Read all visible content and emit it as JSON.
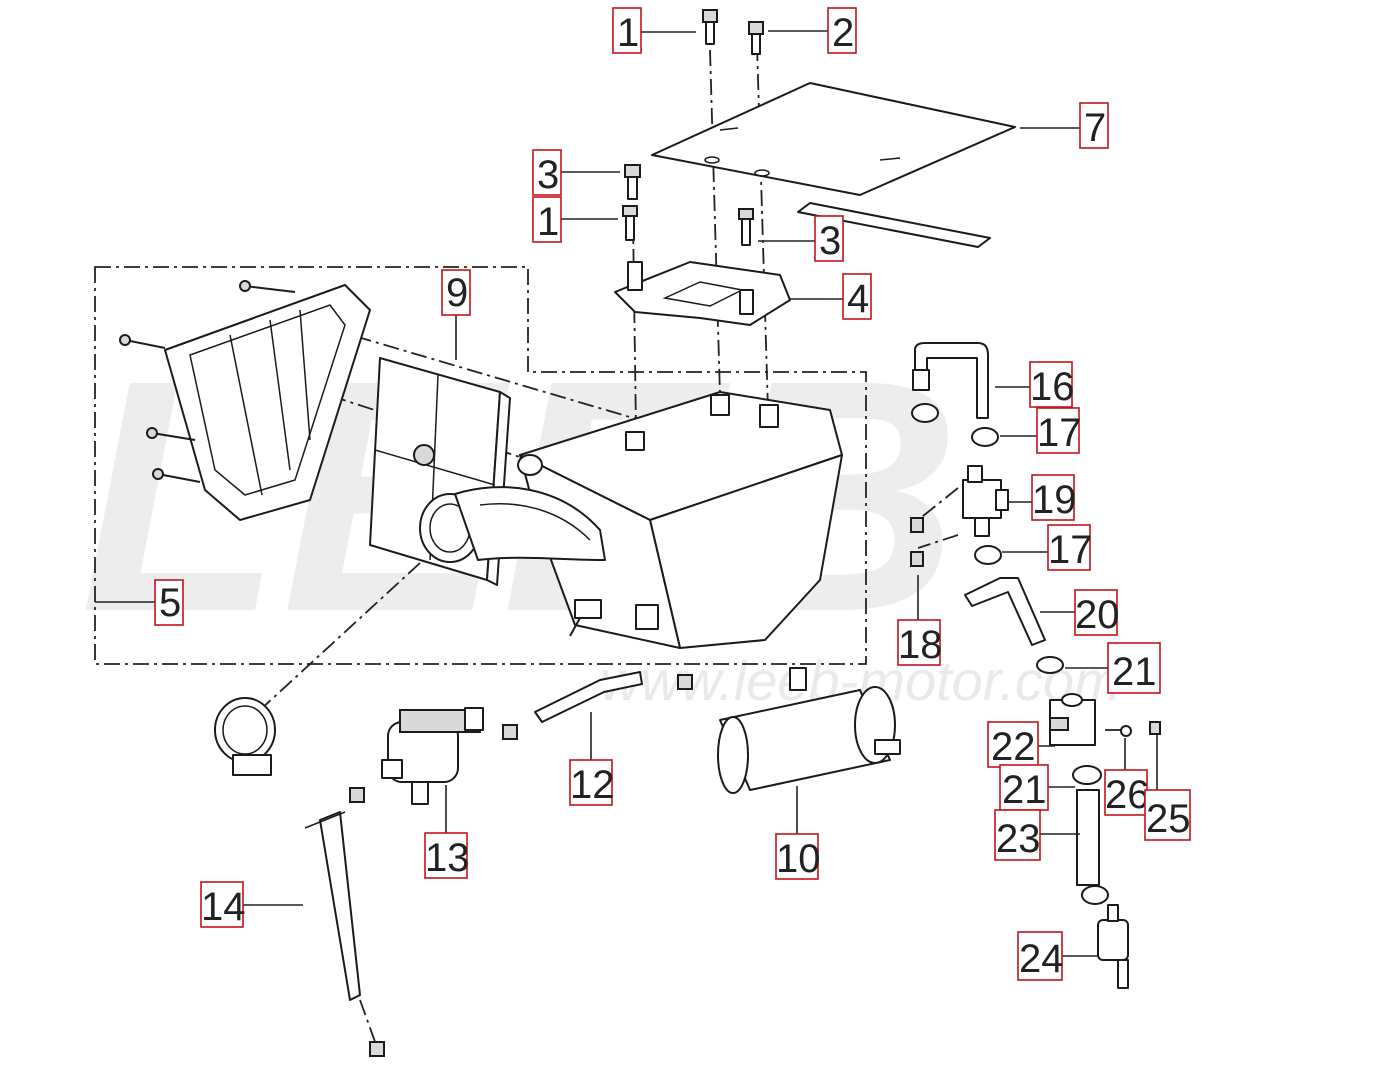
{
  "watermark": {
    "text": "LEEB",
    "url": "www.leeb-motor.com"
  },
  "labels": [
    {
      "text": "1"
    },
    {
      "text": "2"
    },
    {
      "text": "7"
    },
    {
      "text": "3"
    },
    {
      "text": "1"
    },
    {
      "text": "3"
    },
    {
      "text": "4"
    },
    {
      "text": "9"
    },
    {
      "text": "5"
    },
    {
      "text": "16"
    },
    {
      "text": "17"
    },
    {
      "text": "19"
    },
    {
      "text": "17"
    },
    {
      "text": "18"
    },
    {
      "text": "20"
    },
    {
      "text": "21"
    },
    {
      "text": "22"
    },
    {
      "text": "21"
    },
    {
      "text": "26"
    },
    {
      "text": "25"
    },
    {
      "text": "23"
    },
    {
      "text": "24"
    },
    {
      "text": "12"
    },
    {
      "text": "13"
    },
    {
      "text": "10"
    },
    {
      "text": "14"
    }
  ]
}
